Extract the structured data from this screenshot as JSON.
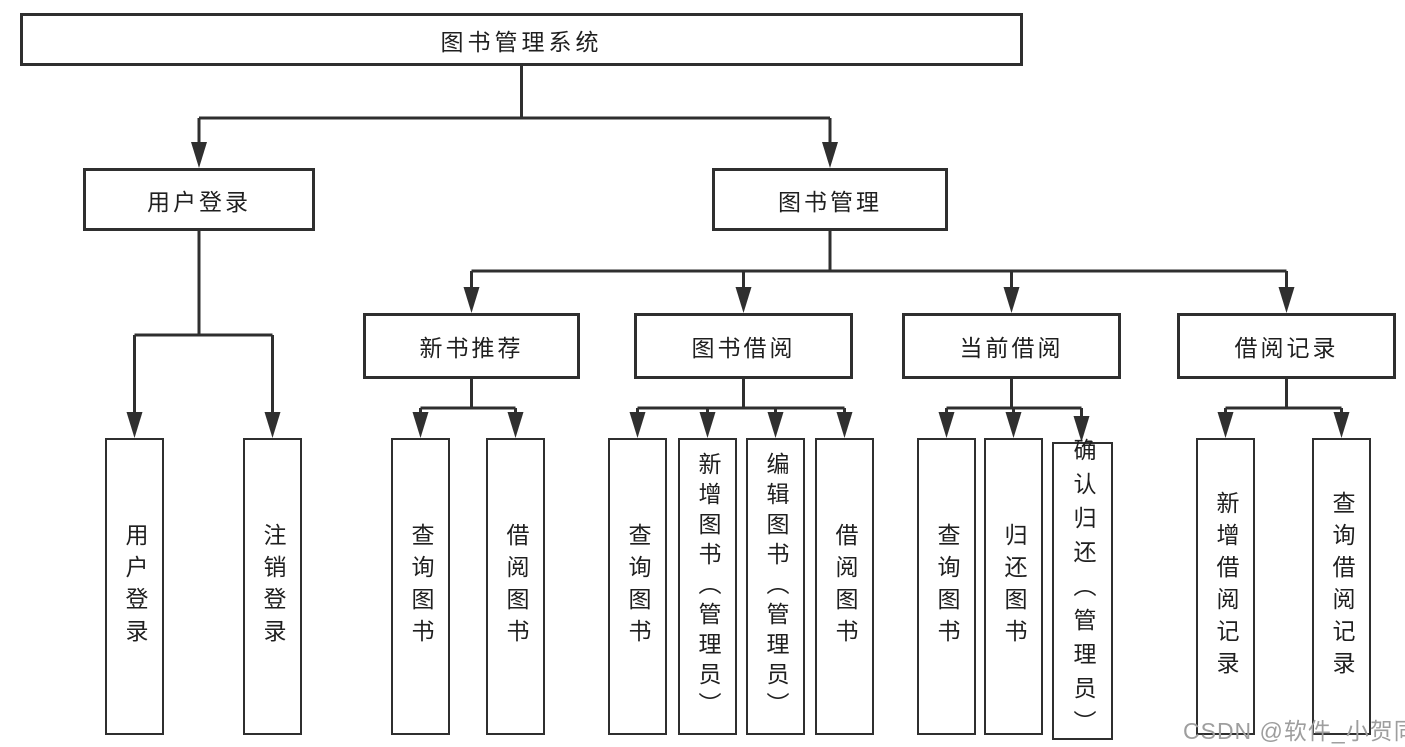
{
  "diagram": {
    "root": {
      "label": "图书管理系统"
    },
    "level2": [
      {
        "label": "用户登录"
      },
      {
        "label": "图书管理"
      }
    ],
    "level3": [
      {
        "label": "新书推荐"
      },
      {
        "label": "图书借阅"
      },
      {
        "label": "当前借阅"
      },
      {
        "label": "借阅记录"
      }
    ],
    "leaves": {
      "user": [
        "用户登录",
        "注销登录"
      ],
      "recommend": [
        "查询图书",
        "借阅图书"
      ],
      "borrow": [
        "查询图书",
        "新增图书（管理员）",
        "编辑图书（管理员）",
        "借阅图书"
      ],
      "current": [
        "查询图书",
        "归还图书",
        "确认归还（管理员）"
      ],
      "records": [
        "新增借阅记录",
        "查询借阅记录"
      ]
    },
    "colors": {
      "line": "#2f2f2f",
      "box_border": "#2f2f2f",
      "box_fill": "#ffffff",
      "text": "#1f1f1f",
      "watermark": "#9e9e9e",
      "background": "#ffffff"
    },
    "watermark": "CSDN @软件_小贺同学"
  }
}
